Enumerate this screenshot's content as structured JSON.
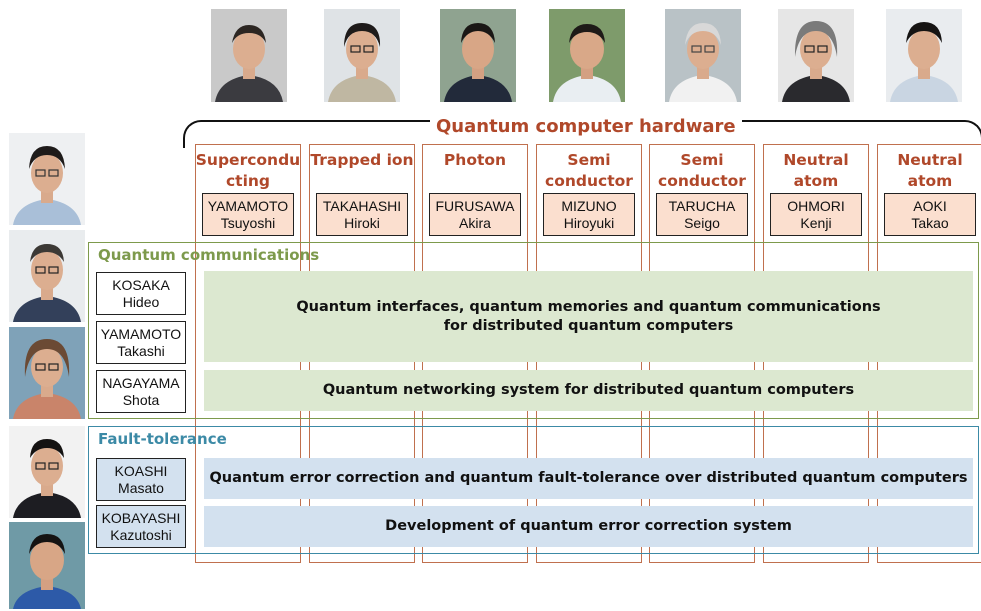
{
  "hardware": {
    "title": "Quantum computer hardware",
    "columns": [
      {
        "label": "Supercondu\ncting",
        "surname": "YAMAMOTO",
        "given": "Tsuyoshi"
      },
      {
        "label": "Trapped ion",
        "surname": "TAKAHASHI",
        "given": "Hiroki"
      },
      {
        "label": "Photon",
        "surname": "FURUSAWA",
        "given": "Akira"
      },
      {
        "label": "Semi\nconductor",
        "surname": "MIZUNO",
        "given": "Hiroyuki"
      },
      {
        "label": "Semi\nconductor",
        "surname": "TARUCHA",
        "given": "Seigo"
      },
      {
        "label": "Neutral\natom",
        "surname": "OHMORI",
        "given": "Kenji"
      },
      {
        "label": "Neutral\natom",
        "surname": "AOKI",
        "given": "Takao"
      }
    ]
  },
  "communications": {
    "title": "Quantum communications",
    "members": [
      {
        "surname": "KOSAKA",
        "given": "Hideo"
      },
      {
        "surname": "YAMAMOTO",
        "given": "Takashi"
      },
      {
        "surname": "NAGAYAMA",
        "given": "Shota"
      }
    ],
    "bars": [
      "Quantum interfaces, quantum memories and quantum communications\nfor distributed quantum computers",
      "Quantum networking system for distributed quantum computers"
    ]
  },
  "fault_tolerance": {
    "title": "Fault-tolerance",
    "members": [
      {
        "surname": "KOASHI",
        "given": "Masato"
      },
      {
        "surname": "KOBAYASHI",
        "given": "Kazutoshi"
      }
    ],
    "bars": [
      "Quantum error correction and quantum fault-tolerance over distributed quantum computers",
      "Development of quantum error correction system"
    ]
  },
  "colors": {
    "hardware": "#b0482a",
    "column_border": "#c0704e",
    "name_box": "#fbdfcf",
    "communications": "#7d9a4c",
    "communications_fill": "#dce8d0",
    "fault_tolerance": "#3c8aa6",
    "fault_tolerance_fill": "#d3e1ef"
  }
}
